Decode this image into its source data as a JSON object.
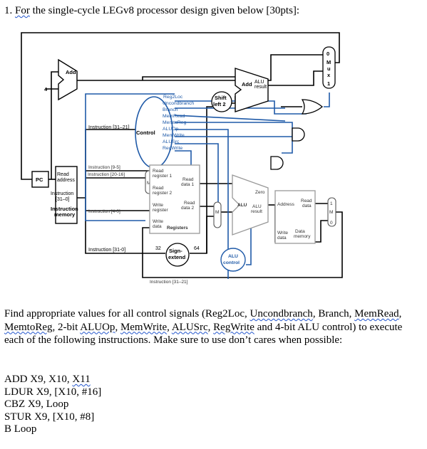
{
  "question": {
    "number": "1.",
    "underlined_word": "For",
    "title_rest": " the single-cycle LEGv8 processor design given below [30pts]:"
  },
  "diagram": {
    "add_left": "Add",
    "add_const": "4",
    "add_right": "Add",
    "alu_result_top": "ALU",
    "alu_result_bottom": "result",
    "shift_left_line1": "Shift",
    "shift_left_line2": "left 2",
    "mux_top_label": "M\nu\nx",
    "mux_top_0": "0",
    "mux_top_1": "1",
    "control_label": "Control",
    "instruction_31_21": "Instruction [31–21]",
    "control_signals": [
      "Reg2Loc",
      "Uncondbranch",
      "Branch",
      "MemRead",
      "MemtoReg",
      "ALUOp",
      "MemWrite",
      "ALUSrc",
      "RegWrite"
    ],
    "pc_label": "PC",
    "imem_read_line1": "Read",
    "imem_read_line2": "address",
    "imem_instr_line1": "Instruction",
    "imem_instr_line2": "[31–0]",
    "imem_name_line1": "Instruction",
    "imem_name_line2": "memory",
    "instruction_9_5": "Instruction [9-5]",
    "instruction_20_16": "Instruction [20-16]",
    "instruction_4_0": "Instruction [4-0]",
    "instruction_31_0": "Instruction [31-0]",
    "instruction_31_21_lower": "Instruction [31–21]",
    "reg_read1_line1": "Read",
    "reg_read1_line2": "register 1",
    "reg_read2_line1": "Read",
    "reg_read2_line2": "register 2",
    "reg_write_line1": "Write",
    "reg_write_line2": "register",
    "reg_wdata_line1": "Write",
    "reg_wdata_line2": "data",
    "registers_label": "Registers",
    "read_data1_line1": "Read",
    "read_data1_line2": "data 1",
    "read_data2_line1": "Read",
    "read_data2_line2": "data 2",
    "sign_extend_line1": "Sign-",
    "sign_extend_line2": "extend",
    "bits_32": "32",
    "bits_64": "64",
    "alu_control_line1": "ALU",
    "alu_control_line2": "control",
    "zero_label": "Zero",
    "alu_main_label": "ALU",
    "alu_main_res_line1": "ALU",
    "alu_main_res_line2": "result",
    "dmem_address": "Address",
    "dmem_read_line1": "Read",
    "dmem_read_line2": "data",
    "dmem_write_line1": "Write",
    "dmem_write_line2": "data",
    "dmem_name_line1": "Data",
    "dmem_name_line2": "memory",
    "mux_letters": "M u x",
    "mux_0": "0",
    "mux_1": "1"
  },
  "task": {
    "text_before": "Find appropriate values for all control signals (Reg2Loc, ",
    "u1": "Uncondbranch",
    "text_mid1": ", Branch, ",
    "u2": "MemRead",
    "text_mid2": ", ",
    "u3": "MemtoReg",
    "text_mid3": ", 2-bit ",
    "u4": "ALUOp",
    "text_mid4": ", ",
    "u5": "MemWrite",
    "text_mid5": ", ",
    "u6": "ALUSrc",
    "text_mid6": ", ",
    "u7": "RegWrite",
    "text_after": " and 4-bit ALU control) to execute each of the following instructions. Make sure to use don’t cares when possible:"
  },
  "instructions": [
    {
      "pre": "ADD X9, X10, ",
      "u": "X11"
    },
    {
      "pre": "LDUR X9, [X10, #16]",
      "u": ""
    },
    {
      "pre": "CBZ X9, Loop",
      "u": ""
    },
    {
      "pre": "STUR X9, [X10, #8]",
      "u": ""
    },
    {
      "pre": "B Loop",
      "u": ""
    }
  ],
  "colors": {
    "control_blue": "#1f5aa8",
    "datapath_black": "#000000",
    "disabled_gray": "#999999"
  }
}
